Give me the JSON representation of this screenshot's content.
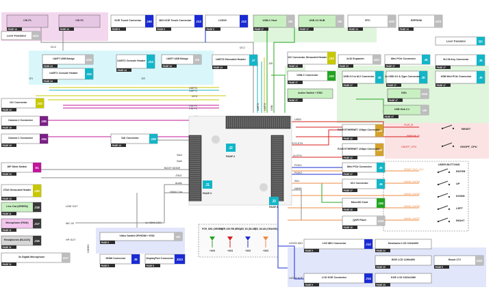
{
  "colors": {
    "pink_bg": "#f3d7ee",
    "cyan_bg": "#d9f7fb",
    "green_bg": "#dff5dc",
    "blue_bg": "#e2e6fb",
    "red_bg": "#fbe3e3",
    "purple": "#7a1f86",
    "dark": "#3a3a3a",
    "gray_tag": "#c8c8c8",
    "magenta": "#c0169a",
    "green": "#23a41f",
    "cyan": "#12b6c8",
    "blue": "#1a2bd3",
    "yellow": "#c8c800",
    "red": "#d81b1b",
    "orange": "#ee8a40",
    "line_gray": "#8a8a8a"
  },
  "blocks": [
    {
      "id": "csi-p1",
      "label": "CSI P1",
      "tag": "",
      "page": "PAGE 14",
      "tag_color": "",
      "box_color": "#e6c7e3"
    },
    {
      "id": "csi-p2",
      "label": "CSI P2",
      "tag": "",
      "page": "PAGE 14",
      "tag_color": "",
      "box_color": "#e6c7e3"
    },
    {
      "id": "koe-touch",
      "label": "KOE Touch Connector",
      "tag": "J40",
      "page": "PAGE 9",
      "tag_color": "#1a2bd3",
      "box_color": "#ffffff"
    },
    {
      "id": "mio-koe-touch",
      "label": "MIO KOE Touch Connector",
      "tag": "J13",
      "page": "PAGE 9",
      "tag_color": "#1a2bd3",
      "box_color": "#ffffff"
    },
    {
      "id": "lvds0",
      "label": "LVDS0",
      "tag": "J12",
      "page": "PAGE 9",
      "tag_color": "#1a2bd3",
      "box_color": "#ffffff"
    },
    {
      "id": "usbc-host",
      "label": "USB-C Host",
      "tag": "U8",
      "page": "PAGE 17",
      "tag_color": "#bdbdbd",
      "box_color": "#c9f0c2"
    },
    {
      "id": "usb30-hub",
      "label": "USB 3.0 HUB",
      "tag": "U9",
      "page": "PAGE 17",
      "tag_color": "#bdbdbd",
      "box_color": "#c9f0c2"
    },
    {
      "id": "rtc",
      "label": "RTC",
      "tag": "U20",
      "page": "PAGE 13",
      "tag_color": "#bdbdbd",
      "box_color": "#ffffff"
    },
    {
      "id": "eeprom",
      "label": "EEPROM",
      "tag": "U23",
      "page": "PAGE 13",
      "tag_color": "#bdbdbd",
      "box_color": "#ffffff"
    },
    {
      "id": "level-translator-top",
      "label": "Level Translator",
      "tag": "U24",
      "page": "",
      "tag_color": "#bdbdbd",
      "box_color": "#ffffff"
    },
    {
      "id": "level-translator-right",
      "label": "Level Translator",
      "tag": "Q1",
      "page": "",
      "tag_color": "#12b6c8",
      "box_color": "#ffffff"
    },
    {
      "id": "uart1-bridge",
      "label": "UART USB Bridge",
      "tag": "U32",
      "page": "PAGE 14",
      "tag_color": "#bdbdbd",
      "box_color": "#ffffff"
    },
    {
      "id": "uart1-header",
      "label": "UART1 Console Header",
      "tag": "J23",
      "page": "PAGE 14",
      "tag_color": "#12b6c8",
      "box_color": "#ffffff"
    },
    {
      "id": "uart2-header",
      "label": "UART2 Console Header",
      "tag": "J24",
      "page": "PAGE 14",
      "tag_color": "#12b6c8",
      "box_color": "#ffffff"
    },
    {
      "id": "uart2-bridge",
      "label": "UART USB Bridge",
      "tag": "U3",
      "page": "PAGE 14",
      "tag_color": "#bdbdbd",
      "box_color": "#ffffff"
    },
    {
      "id": "uart3-header",
      "label": "UART3 Shrouded Header",
      "tag": "J7",
      "page": "PAGE 14",
      "tag_color": "#12b6c8",
      "box_color": "#ffffff"
    },
    {
      "id": "i2c-shrouded",
      "label": "I2C Connector Shrouded Header",
      "tag": "J32",
      "page": "PAGE 14",
      "tag_color": "#c8c800",
      "box_color": "#ffffff"
    },
    {
      "id": "usbc-conn",
      "label": "USB-C Connector",
      "tag": "J10",
      "page": "PAGE 17",
      "tag_color": "#23a41f",
      "box_color": "#ffffff"
    },
    {
      "id": "active-switch",
      "label": "Active Switch + ESD",
      "tag": "",
      "page": "PAGE 17",
      "tag_color": "",
      "box_color": "#c9f0c2"
    },
    {
      "id": "2x10-expander",
      "label": "2x10 Expander",
      "tag": "U21",
      "page": "PAGE 13",
      "tag_color": "#bdbdbd",
      "box_color": "#ffffff"
    },
    {
      "id": "mini-pcie-top",
      "label": "Mini PCIe Connector",
      "tag": "J6",
      "page": "PAGE 17",
      "tag_color": "#12b6c8",
      "box_color": "#ffffff"
    },
    {
      "id": "m2-bkey",
      "label": "M.2 B-Key Connector",
      "tag": "J5",
      "page": "PAGE 17",
      "tag_color": "#12b6c8",
      "box_color": "#ffffff"
    },
    {
      "id": "usb30-m2",
      "label": "USB 3.0 to M.2 Connector",
      "tag": "J5",
      "page": "PAGE 17",
      "tag_color": "#12b6c8",
      "box_color": "#ffffff"
    },
    {
      "id": "2x-usb-a",
      "label": "2x USB 3.0 A-Type Connector",
      "tag": "J8",
      "page": "PAGE 17",
      "tag_color": "#12b6c8",
      "box_color": "#ffffff"
    },
    {
      "id": "usb-mini-pcie",
      "label": "USB Mini PCIe Connector",
      "tag": "J6",
      "page": "PAGE 17",
      "tag_color": "#12b6c8",
      "box_color": "#ffffff"
    },
    {
      "id": "esd",
      "label": "ESD",
      "tag": "U10",
      "page": "PAGE 17",
      "tag_color": "#bdbdbd",
      "box_color": "#c9f0c2"
    },
    {
      "id": "usb-hub-21",
      "label": "USB Hub 2.1",
      "tag": "U9",
      "page": "PAGE 17",
      "tag_color": "#bdbdbd",
      "box_color": "#c9f0c2"
    },
    {
      "id": "i2c-conn",
      "label": "I2C Connector",
      "tag": "J32",
      "page": "PAGE 14",
      "tag_color": "#c8c800",
      "box_color": "#ffffff"
    },
    {
      "id": "camera2",
      "label": "Camera 2 Connector",
      "tag": "J35",
      "page": "PAGE 16",
      "tag_color": "#7a1f86",
      "box_color": "#ffffff"
    },
    {
      "id": "camera1",
      "label": "Camera 1 Connector",
      "tag": "J34",
      "page": "PAGE 16",
      "tag_color": "#7a1f86",
      "box_color": "#ffffff"
    },
    {
      "id": "sai-conn",
      "label": "SAI Connector",
      "tag": "J29",
      "page": "PAGE 14",
      "tag_color": "#12b6c8",
      "box_color": "#ffffff"
    },
    {
      "id": "dip-switch",
      "label": "DIP Slide Switch",
      "tag": "S1",
      "page": "PAGE 13",
      "tag_color": "#c0169a",
      "box_color": "#ffffff"
    },
    {
      "id": "jtag",
      "label": "JTAG Shrouded Header",
      "tag": "J30",
      "page": "PAGE 13",
      "tag_color": "#c8c800",
      "box_color": "#ffffff"
    },
    {
      "id": "line-out",
      "label": "Line Out (GREEN)",
      "tag": "J18",
      "page": "PAGE 11",
      "tag_color": "#3a3a3a",
      "box_color": "#c9f0c2"
    },
    {
      "id": "microphone",
      "label": "Microphone (PINK)",
      "tag": "J17",
      "page": "PAGE 11",
      "tag_color": "#3a3a3a",
      "box_color": "#f3c6ee"
    },
    {
      "id": "headphones",
      "label": "Headphones (BLACK)",
      "tag": "J16",
      "page": "PAGE 11",
      "tag_color": "#3a3a3a",
      "box_color": "#d6d6d6"
    },
    {
      "id": "3x-mic",
      "label": "3x Digital Microphone",
      "tag": "U17",
      "page": "PAGE 11",
      "tag_color": "#bdbdbd",
      "box_color": "#ffffff"
    },
    {
      "id": "video-switch",
      "label": "Video Switch DP/HDMI + ESD",
      "tag": "U5",
      "page": "PAGE 8",
      "tag_color": "#bdbdbd",
      "box_color": "#ffffff"
    },
    {
      "id": "hdmi-conn",
      "label": "HDMI Connector",
      "tag": "J9",
      "page": "PAGE 8",
      "tag_color": "#1a2bd3",
      "box_color": "#ffffff"
    },
    {
      "id": "dp-conn",
      "label": "DisplayPort Connector",
      "tag": "J111",
      "page": "PAGE 8",
      "tag_color": "#1a2bd3",
      "box_color": "#ffffff"
    },
    {
      "id": "rj45-1",
      "label": "RJ45 ETHERNET 1Gbps Connector",
      "tag": "J19",
      "page": "PAGE 12",
      "tag_color": "#d4a22b",
      "box_color": "#ffffff"
    },
    {
      "id": "rj45-2",
      "label": "RJ45 ETHERNET 1Gbps Connector",
      "tag": "J19",
      "page": "PAGE 12",
      "tag_color": "#d4a22b",
      "box_color": "#ffffff"
    },
    {
      "id": "mini-pcie-mid",
      "label": "Mini PCIe Connector",
      "tag": "J6",
      "page": "PAGE 17",
      "tag_color": "#12b6c8",
      "box_color": "#ffffff"
    },
    {
      "id": "m2-conn",
      "label": "M.2 Connector",
      "tag": "J5",
      "page": "PAGE 17",
      "tag_color": "#12b6c8",
      "box_color": "#ffffff"
    },
    {
      "id": "microsd",
      "label": "MicroSD Card",
      "tag": "J28",
      "page": "PAGE 18",
      "tag_color": "#23a41f",
      "box_color": "#ffffff"
    },
    {
      "id": "qspi",
      "label": "QSPI Flash",
      "tag": "U33",
      "page": "PAGE 18",
      "tag_color": "#bdbdbd",
      "box_color": "#ffffff"
    },
    {
      "id": "lcd-mio",
      "label": "LCD MIO Connector",
      "tag": "J12",
      "page": "PAGE 9",
      "tag_color": "#1a2bd3",
      "box_color": "#ffffff"
    },
    {
      "id": "lcd-koe",
      "label": "LCD KOE Connector",
      "tag": "J14",
      "page": "PAGE 9",
      "tag_color": "#1a2bd3",
      "box_color": "#ffffff"
    },
    {
      "id": "newhaven",
      "label": "Newhaven LCD 1024x600",
      "tag": "",
      "page": "PAGE 24",
      "tag_color": "",
      "box_color": "#ffffff"
    },
    {
      "id": "boe-1280",
      "label": "BOE LCD 1280x800",
      "tag": "",
      "page": "PAGE 25",
      "tag_color": "",
      "box_color": "#ffffff"
    },
    {
      "id": "koe-1920",
      "label": "KOE LCD 1920x1080",
      "tag": "",
      "page": "PAGE 25",
      "tag_color": "",
      "box_color": "#ffffff"
    },
    {
      "id": "boost",
      "label": "Boost 17V",
      "tag": "U15",
      "page": "PAGE 8",
      "tag_color": "#bdbdbd",
      "box_color": "#ffffff"
    }
  ],
  "som": {
    "j1": "J1",
    "j2": "J2",
    "j3": "J3",
    "page1": "PAGE 3",
    "page2": "PAGE 4",
    "page3": "PAGE 5"
  },
  "signals": {
    "uart2": "UART2",
    "uart1": "UART1",
    "i2c3": "I2C3",
    "csi_p2": "CSI P2",
    "csi_p1": "CSI P1",
    "sai": "SAI",
    "sai1": "SAI1",
    "sai2": "SAI2",
    "boot_mode": "BOOT MODE",
    "jtag": "JTAG",
    "audio": "Audio",
    "hdmi_edp": "HDMI 2.0a",
    "usb2": "USB2",
    "sys_eth": "SYS ETH",
    "2x_eth": "2x ETH",
    "pcie1": "PCIE1",
    "pcie2": "PCIE2",
    "sd1": "SD1",
    "nand": "NAND",
    "i2c2": "I2C2",
    "i2c1": "I2C1",
    "j21": "J21",
    "j22": "J22",
    "j25": "J25",
    "line_out": "LINE OUT",
    "mic_in": "MIC IN",
    "hp_out": "HP OUT",
    "codec": "CODEC",
    "lvds0_mio": "LVDS0 MIO",
    "lvds0_koe": "LVDS0 KOE",
    "hdmi_cec": "1x HDMI-CEC",
    "uart3": "UART3",
    "uart4": "UART4",
    "usb1": "USB1"
  },
  "leds": [
    {
      "label": "POR_SW1 (GREEN)",
      "supply": "+3V3",
      "color": "#23a41f"
    },
    {
      "label": "USER LED RB (RED)",
      "supply": "+3V3",
      "color": "#d81b1b"
    },
    {
      "label": "LED_B1 (BLUE)",
      "supply": "+3V3",
      "color": "#1a2bd3"
    },
    {
      "label": "LED_WLAN (ORANGE)",
      "supply": "+3V3",
      "color": "#ee8a40"
    }
  ],
  "reset_group": {
    "por_b": "POR_B",
    "pmrow_b": "PMROW_B",
    "onoff_cpu": "ONOFF_CPU",
    "reset": "RESET",
    "onoff_btn": "ONOFF_CPU"
  },
  "user_buttons": {
    "title": "USER BUTTONS",
    "rows": [
      {
        "net": "SPDIF_EXT_CLK",
        "name": "ENTER"
      },
      {
        "net": "NAND_DATA4",
        "name": "UP"
      },
      {
        "net": "NAND_DATA5",
        "name": "DOWN"
      },
      {
        "net": "NAND_DATA6",
        "name": "LEFT"
      },
      {
        "net": "NAND_DATA7",
        "name": "RIGHT"
      }
    ]
  }
}
